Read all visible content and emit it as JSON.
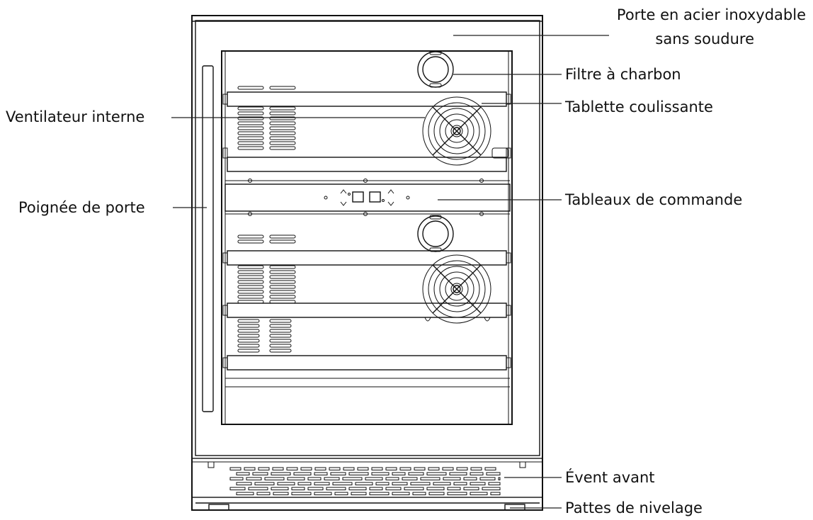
{
  "labels": {
    "door_line1": "Porte en acier inoxydable",
    "door_line2": "sans soudure",
    "carbon_filter": "Filtre à charbon",
    "sliding_shelf": "Tablette coulissante",
    "internal_fan": "Ventilateur interne",
    "door_handle": "Poignée de porte",
    "control_panel": "Tableaux de commande",
    "front_vent": "Évent avant",
    "leveling_legs": "Pattes de nivelage"
  },
  "colors": {
    "line": "#111111",
    "background": "#ffffff"
  }
}
